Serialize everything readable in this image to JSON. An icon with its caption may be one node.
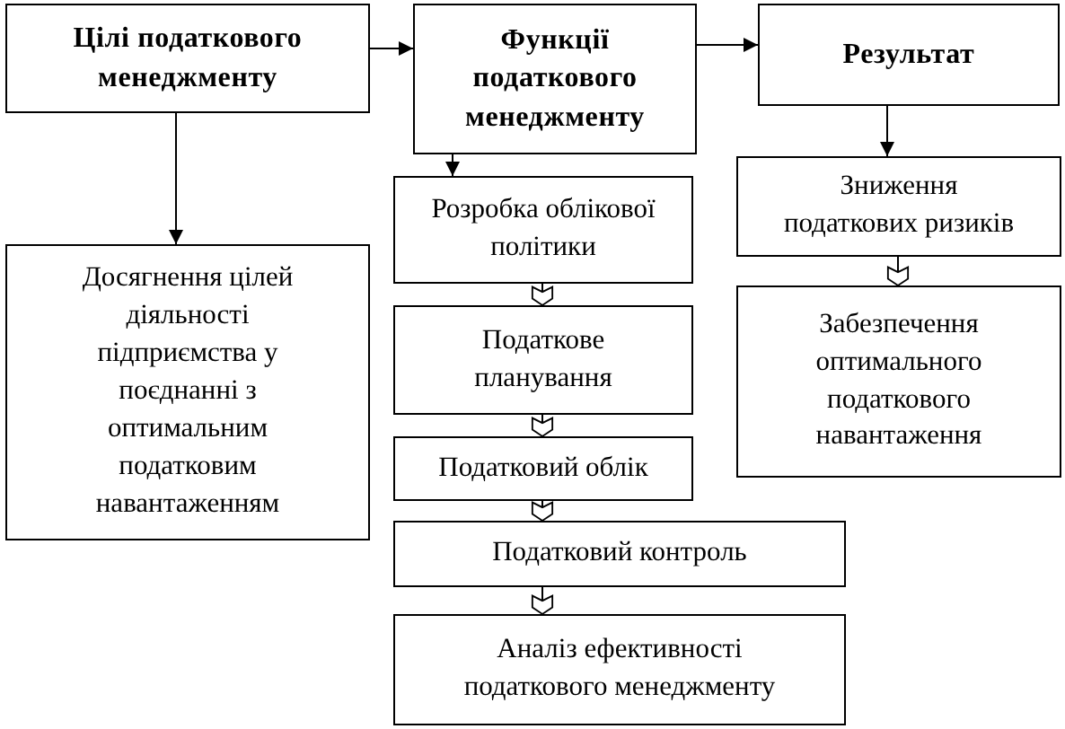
{
  "diagram": {
    "nodes": [
      {
        "text": [
          "Цілі податкового менеджменту"
        ]
      },
      {
        "text": [
          "Функції податкового менеджменту"
        ]
      },
      {
        "text": [
          "Результат"
        ]
      },
      {
        "text": [
          "Досягнення цілей діяльності підприємства у поєднанні з оптимальним податковим навантаженням"
        ]
      },
      {
        "text": [
          "Розробка облікової політики"
        ]
      },
      {
        "text": [
          "Податкове планування"
        ]
      },
      {
        "text": [
          "Податковий облік"
        ]
      },
      {
        "text": [
          "Податковий контроль"
        ]
      },
      {
        "text": [
          "Аналіз ефективності податкового менеджменту"
        ]
      },
      {
        "text": [
          "Зниження податкових ризиків"
        ]
      },
      {
        "text": [
          "Забезпечення оптимального податкового навантаження"
        ]
      }
    ],
    "edges": [
      {
        "from": 0,
        "to": 1,
        "arrow": "to"
      },
      {
        "from": 1,
        "to": 2,
        "arrow": "to"
      },
      {
        "from": 0,
        "to": 3,
        "arrow": "to"
      },
      {
        "from": 1,
        "to": 4,
        "arrow": "to"
      },
      {
        "from": 2,
        "to": 9,
        "arrow": "to"
      },
      {
        "from": 4,
        "to": 5,
        "arrow": "to"
      },
      {
        "from": 5,
        "to": 6,
        "arrow": "to"
      },
      {
        "from": 6,
        "to": 7,
        "arrow": "to"
      },
      {
        "from": 7,
        "to": 8,
        "arrow": "to"
      },
      {
        "from": 9,
        "to": 10,
        "arrow": "to"
      }
    ]
  }
}
